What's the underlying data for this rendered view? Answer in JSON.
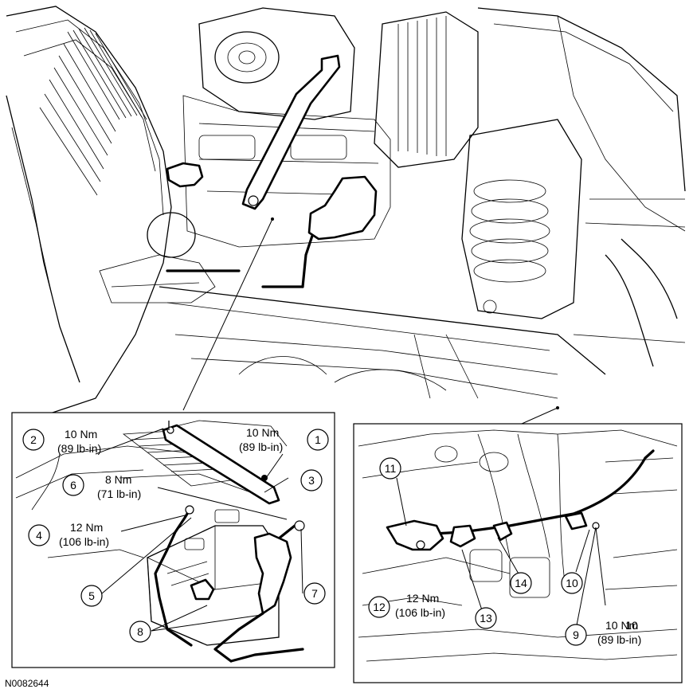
{
  "figure_id": "N0082644",
  "callouts": [
    {
      "id": "c1",
      "number": "1"
    },
    {
      "id": "c2",
      "number": "2"
    },
    {
      "id": "c3",
      "number": "3"
    },
    {
      "id": "c4",
      "number": "4"
    },
    {
      "id": "c5",
      "number": "5"
    },
    {
      "id": "c6",
      "number": "6"
    },
    {
      "id": "c7",
      "number": "7"
    },
    {
      "id": "c8",
      "number": "8"
    },
    {
      "id": "c9",
      "number": "9"
    },
    {
      "id": "c10a",
      "number": "10"
    },
    {
      "id": "c10b",
      "number": "10"
    },
    {
      "id": "c11",
      "number": "11"
    },
    {
      "id": "c12",
      "number": "12"
    },
    {
      "id": "c13",
      "number": "13"
    },
    {
      "id": "c14",
      "number": "14"
    }
  ],
  "torques": [
    {
      "id": "t1",
      "nm": "10 Nm",
      "lbin": "(89 lb-in)"
    },
    {
      "id": "t2",
      "nm": "10 Nm",
      "lbin": "(89 lb-in)"
    },
    {
      "id": "t6",
      "nm": "8 Nm",
      "lbin": "(71 lb-in)"
    },
    {
      "id": "t4",
      "nm": "12 Nm",
      "lbin": "(106 lb-in)"
    },
    {
      "id": "t12",
      "nm": "12 Nm",
      "lbin": "(106 lb-in)"
    },
    {
      "id": "t9",
      "nm": "10 Nm",
      "lbin": "(89 lb-in)"
    }
  ]
}
